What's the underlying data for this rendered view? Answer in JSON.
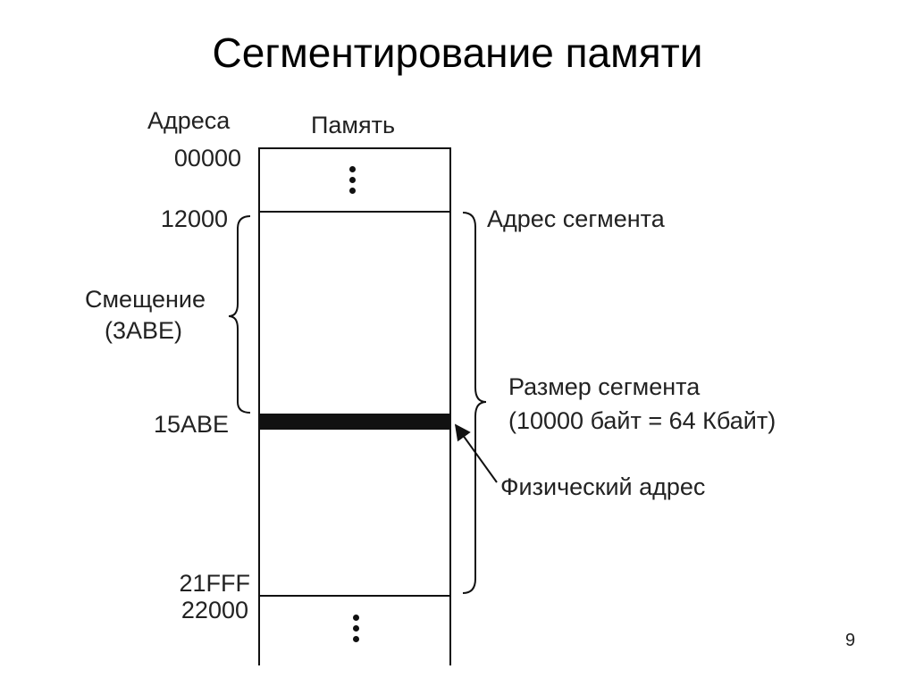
{
  "slide": {
    "title": "Сегментирование памяти",
    "page_number": "9"
  },
  "diagram": {
    "column_headers": {
      "addresses": "Адреса",
      "memory": "Память"
    },
    "addresses": {
      "start": "00000",
      "segment_start": "12000",
      "physical": "15ABE",
      "segment_end": "21FFF",
      "next_segment": "22000"
    },
    "offset": {
      "label": "Смещение",
      "value": "(3ABE)"
    },
    "segment_address_label": "Адрес сегмента",
    "segment_size": {
      "label": "Размер сегмента",
      "value": "(10000 байт = 64 Кбайт)"
    },
    "physical_address_label": "Физический адрес"
  }
}
